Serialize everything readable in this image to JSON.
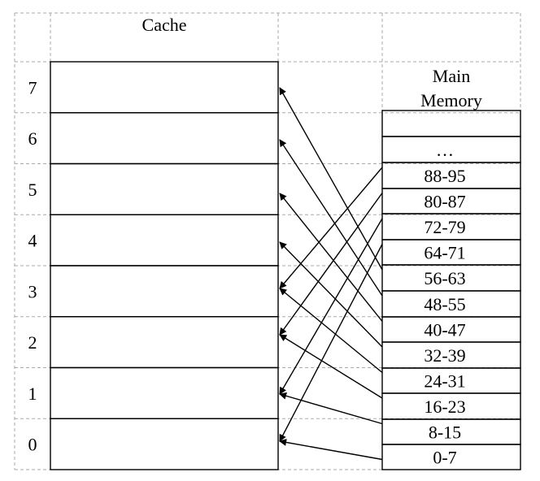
{
  "cache": {
    "title": "Cache",
    "rows": [
      "7",
      "6",
      "5",
      "4",
      "3",
      "2",
      "1",
      "0"
    ]
  },
  "memory": {
    "title_line1": "Main",
    "title_line2": "Memory",
    "blocks": [
      "",
      "…",
      "88-95",
      "80-87",
      "72-79",
      "64-71",
      "56-63",
      "48-55",
      "40-47",
      "32-39",
      "24-31",
      "16-23",
      "8-15",
      "0-7"
    ]
  },
  "mapping": [
    {
      "from": "0-7",
      "to": "0"
    },
    {
      "from": "8-15",
      "to": "1"
    },
    {
      "from": "16-23",
      "to": "2"
    },
    {
      "from": "24-31",
      "to": "3"
    },
    {
      "from": "32-39",
      "to": "4"
    },
    {
      "from": "40-47",
      "to": "5"
    },
    {
      "from": "48-55",
      "to": "6"
    },
    {
      "from": "56-63",
      "to": "7"
    },
    {
      "from": "64-71",
      "to": "0"
    },
    {
      "from": "72-79",
      "to": "1"
    },
    {
      "from": "80-87",
      "to": "2"
    },
    {
      "from": "88-95",
      "to": "3"
    }
  ],
  "colors": {
    "grid": "#aaaaaa",
    "line": "#000000"
  }
}
